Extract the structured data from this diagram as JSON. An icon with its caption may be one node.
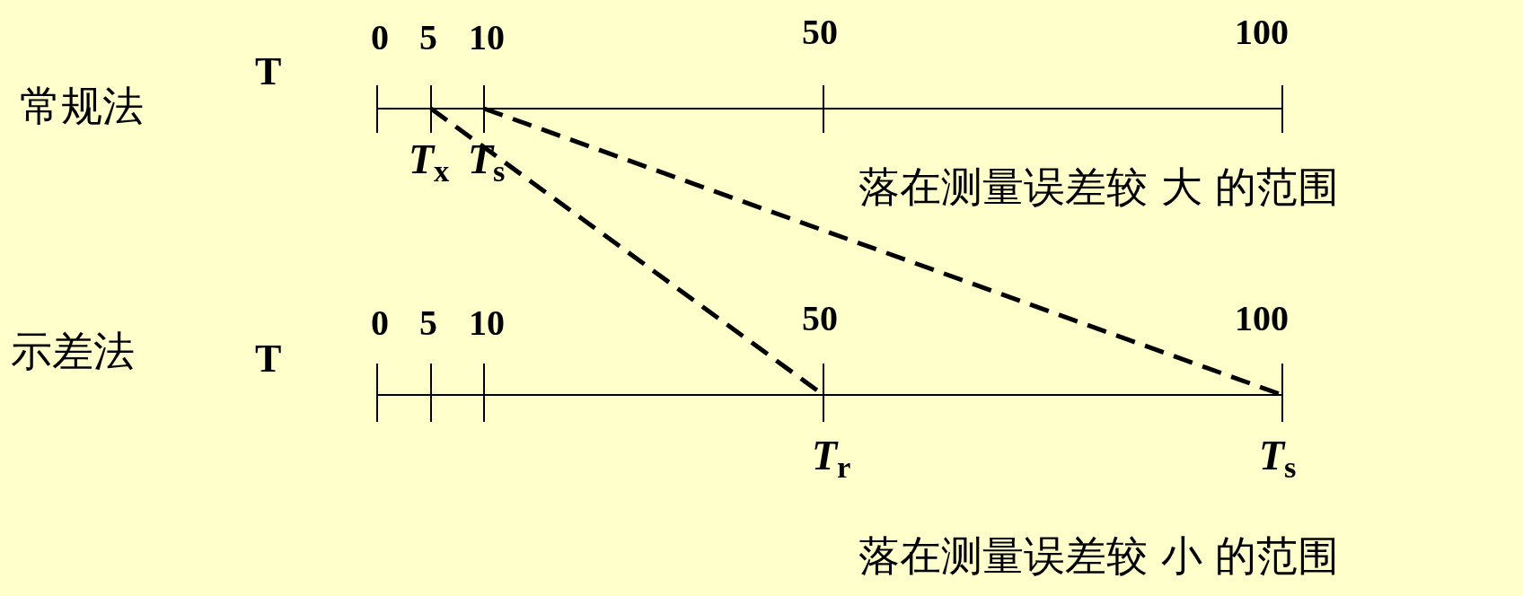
{
  "diagram": {
    "nodes": [
      {
        "text": [],
        "shape": "bar"
      },
      {
        "text": [],
        "shape": "bar"
      },
      {
        "text": [],
        "shape": "bar"
      },
      {
        "text": [],
        "shape": "bar"
      }
    ],
    "edges": [
      {
        "from": 0,
        "to": 2,
        "arrow": "none",
        "style": "dashed"
      },
      {
        "from": 1,
        "to": 3,
        "arrow": "none",
        "style": "dashed"
      }
    ],
    "labels": [
      "常规法",
      "T",
      "0",
      "5",
      "10",
      "50",
      "100",
      "*T*$_{x}$",
      "*T*$_{s}$",
      "落在测量误差较 大 的范围",
      "示差法",
      "T",
      "0",
      "5",
      "10",
      "50",
      "100",
      "*T*$_{r}$",
      "*T*$_{s}$",
      "落在测量误差较 小 的范围"
    ]
  }
}
